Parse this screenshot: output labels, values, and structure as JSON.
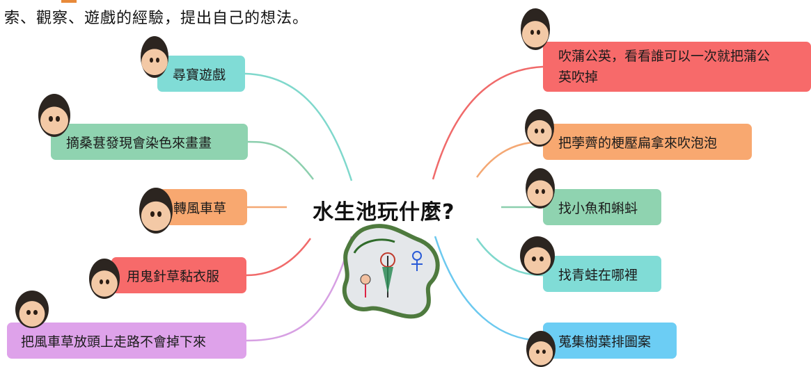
{
  "intro_text": "索、觀察、遊戲的經驗，提出自己的想法。",
  "center_title": "水生池玩什麼?",
  "left_ideas": [
    "尋寶遊戲",
    "摘桑葚發現會染色來畫畫",
    "轉風車草",
    "用鬼針草黏衣服",
    "把風車草放頭上走路不會掉下來"
  ],
  "right_ideas": {
    "dandelion_line1": "吹蒲公英，看看誰可以一次就把蒲公",
    "dandelion_line2": "英吹掉",
    "items": [
      "把荸薺的梗壓扁拿來吹泡泡",
      "找小魚和蝌蚪",
      "找青蛙在哪裡",
      "蒐集樹葉排圖案"
    ]
  },
  "colors": {
    "teal": "#80dcd6",
    "green": "#8fd3b0",
    "orange": "#f8a870",
    "red": "#f76a6a",
    "purple": "#dea2ea",
    "blue": "#6ccdf4"
  }
}
